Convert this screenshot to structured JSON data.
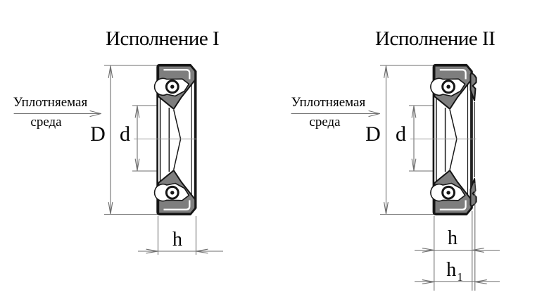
{
  "drawing": {
    "background": "#ffffff",
    "colors": {
      "outline": "#161616",
      "rubber": "#7e7e7e",
      "thin_line": "#6e6e6e",
      "center_line": "#9a9a9a",
      "text": "#000000"
    },
    "figure1": {
      "title": "Исполнение I",
      "medium_line1": "Уплотняемая",
      "medium_line2": "среда",
      "outer_diameter": "D",
      "inner_diameter": "d",
      "width": "h"
    },
    "figure2": {
      "title": "Исполнение II",
      "medium_line1": "Уплотняемая",
      "medium_line2": "среда",
      "outer_diameter": "D",
      "inner_diameter": "d",
      "width": "h",
      "total_width_base": "h",
      "total_width_sub": "1"
    }
  }
}
